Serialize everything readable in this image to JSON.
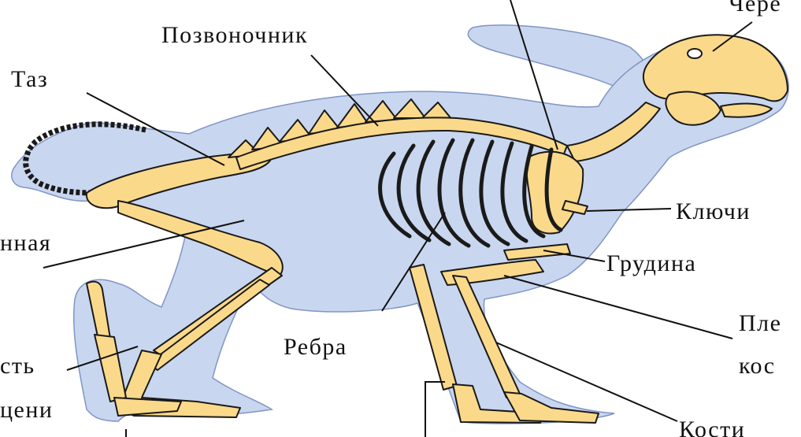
{
  "labels": {
    "skull": "Чере",
    "spine": "Позвоночник",
    "pelvis": "Таз",
    "femur": "нная",
    "tarsus_1": "сть",
    "tarsus_2": "цени",
    "ribs": "Ребра",
    "clavicle": "Ключи",
    "sternum": "Грудина",
    "humerus_1": "Пле",
    "humerus_2": "кос",
    "forelimb": "Кости"
  },
  "colors": {
    "body_silhouette": "#c9d6ef",
    "body_outline": "#7f95c4",
    "bone_fill": "#fbd98a",
    "bone_outline": "#1a1a1a",
    "leader_line": "#111111"
  }
}
